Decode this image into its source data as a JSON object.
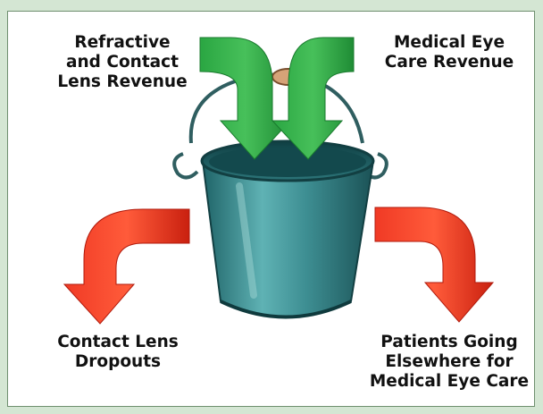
{
  "labels": {
    "top_left": "Refractive\nand Contact\nLens Revenue",
    "top_right": "Medical Eye\nCare Revenue",
    "bottom_left": "Contact Lens\nDropouts",
    "bottom_right": "Patients Going\nElsewhere for\nMedical Eye Care"
  },
  "colors": {
    "background": "#d4e6d3",
    "inflow_arrow": "#2fb04a",
    "outflow_arrow": "#e8281e",
    "bucket": "#3f8f93"
  },
  "icons": [
    "bucket-icon",
    "green-arrow-icon",
    "red-arrow-icon"
  ]
}
